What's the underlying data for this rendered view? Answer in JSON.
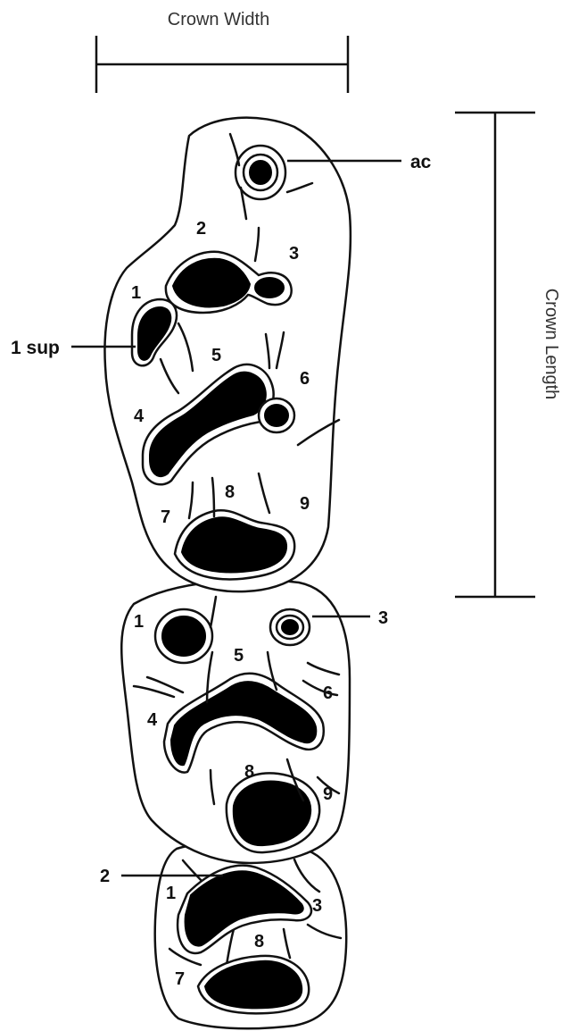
{
  "dimensions": {
    "crown_width_label": "Crown Width",
    "crown_length_label": "Crown Length"
  },
  "upper_tooth": {
    "labels": {
      "ac": "ac",
      "sup": "1 sup",
      "c1": "1",
      "c2": "2",
      "c3": "3",
      "c4": "4",
      "c5": "5",
      "c6": "6",
      "c7": "7",
      "c8": "8",
      "c9": "9"
    }
  },
  "middle_tooth": {
    "labels": {
      "c1": "1",
      "c3_callout": "3",
      "c4": "4",
      "c5": "5",
      "c6": "6",
      "c8": "8",
      "c9": "9"
    }
  },
  "lower_tooth": {
    "labels": {
      "c2_callout": "2",
      "c1": "1",
      "c3": "3",
      "c7": "7",
      "c8": "8"
    }
  },
  "colors": {
    "ink": "#111111",
    "pit": "#000000",
    "background": "#ffffff"
  }
}
